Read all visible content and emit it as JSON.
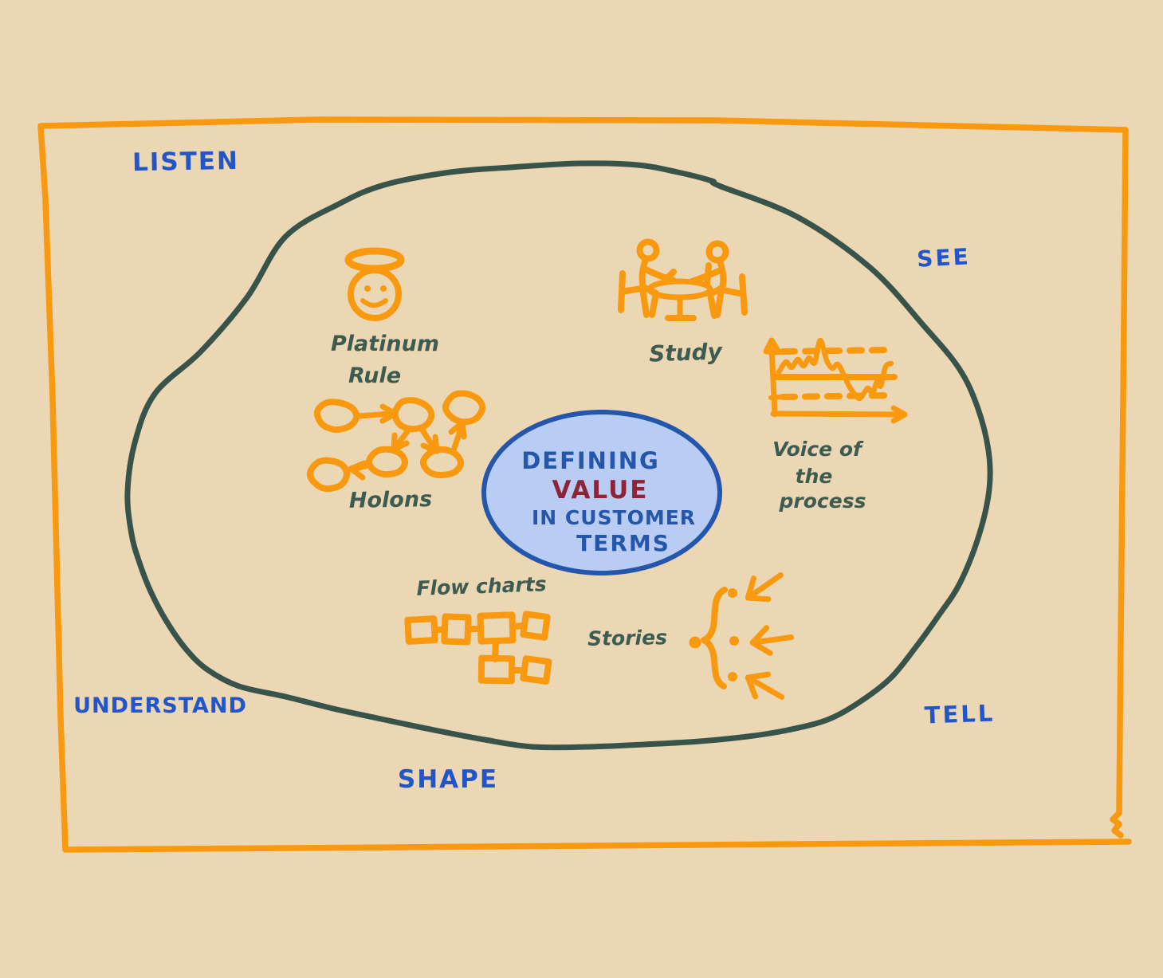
{
  "colors": {
    "paper": "#EDD9B6",
    "sketch_orange": "#F8990F",
    "sketch_teal_green": "#38544A",
    "stage_label_blue": "#2255C7",
    "bubble_fill": "#B9CCF3",
    "bubble_stroke": "#2456AC",
    "value_maroon": "#8E2437"
  },
  "stages": {
    "listen": "LISTEN",
    "see": "SEE",
    "understand": "UNDERSTAND",
    "shape": "SHAPE",
    "tell": "TELL"
  },
  "center_bubble": {
    "line1": "DEFINING",
    "line2": "VALUE",
    "line3": "IN CUSTOMER",
    "line4": "TERMS"
  },
  "methods": {
    "platinum_rule": {
      "line1": "Platinum",
      "line2": "Rule",
      "icon": "halo-smiley-face"
    },
    "study": {
      "label": "Study",
      "icon": "two-people-at-round-table"
    },
    "voice_of_the_process": {
      "line1": "Voice of",
      "line2": "the",
      "line3": "process",
      "icon": "control-chart-with-limits"
    },
    "holons": {
      "label": "Holons",
      "icon": "connected-blobs-network"
    },
    "flowcharts": {
      "label": "Flow charts",
      "icon": "flowchart-boxes"
    },
    "stories": {
      "label": "Stories",
      "icon": "dot-brace-branching-arrows"
    }
  }
}
